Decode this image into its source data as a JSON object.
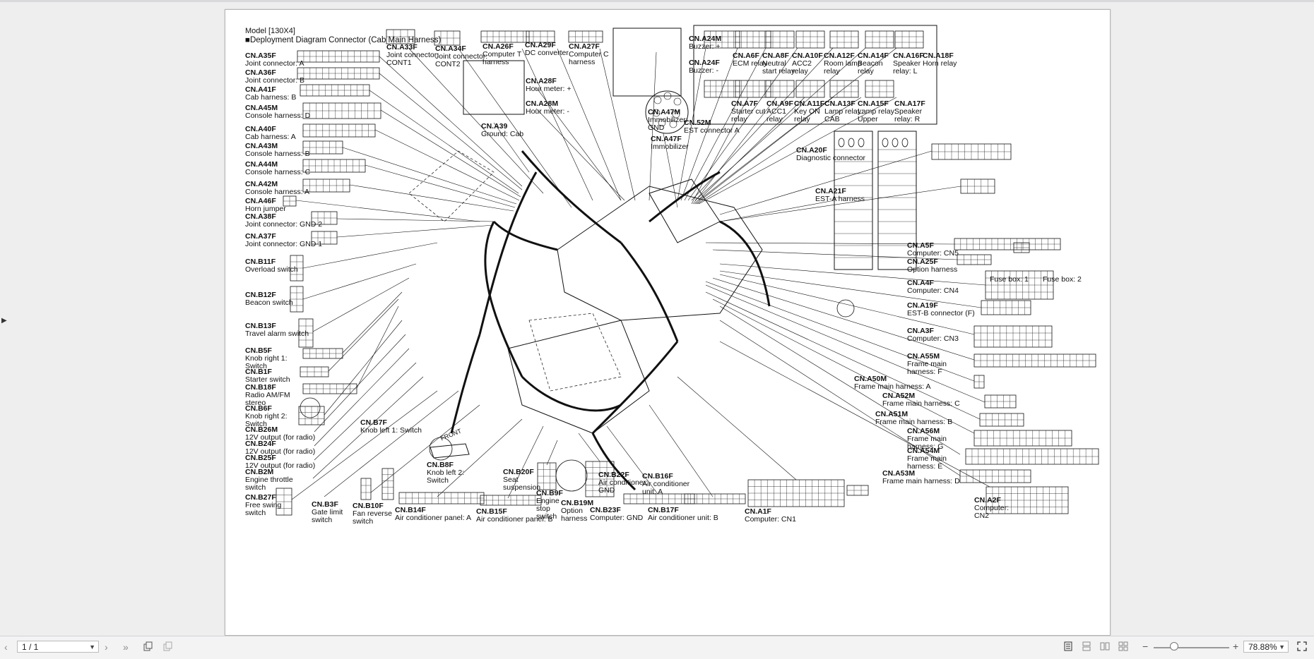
{
  "document": {
    "model": "Model [130X4]",
    "title": "■Deployment Diagram Connector (Cab Main Harness)",
    "fuse_box_1": "Fuse box: 1",
    "fuse_box_2": "Fuse box: 2",
    "front": "FRONT"
  },
  "connectors": [
    {
      "code": "CN.A35F",
      "desc": "Joint connector: A"
    },
    {
      "code": "CN.A36F",
      "desc": "Joint connector: B"
    },
    {
      "code": "CN.A41F",
      "desc": "Cab harness: B"
    },
    {
      "code": "CN.A45M",
      "desc": "Console harness: D"
    },
    {
      "code": "CN.A40F",
      "desc": "Cab harness: A"
    },
    {
      "code": "CN.A43M",
      "desc": "Console harness: B"
    },
    {
      "code": "CN.A44M",
      "desc": "Console harness: C"
    },
    {
      "code": "CN.A42M",
      "desc": "Console harness: A"
    },
    {
      "code": "CN.A46F",
      "desc": "Horn jumper"
    },
    {
      "code": "CN.A38F",
      "desc": "Joint connector: GND 2"
    },
    {
      "code": "CN.A37F",
      "desc": "Joint connector: GND 1"
    },
    {
      "code": "CN.B11F",
      "desc": "Overload switch"
    },
    {
      "code": "CN.B12F",
      "desc": "Beacon switch"
    },
    {
      "code": "CN.B13F",
      "desc": "Travel alarm switch"
    },
    {
      "code": "CN.B5F",
      "desc": "Knob right 1:",
      "desc2": "Switch"
    },
    {
      "code": "CN.B1F",
      "desc": "Starter switch"
    },
    {
      "code": "CN.B18F",
      "desc": "Radio AM/FM",
      "desc2": "stereo"
    },
    {
      "code": "CN.B6F",
      "desc": "Knob right 2:",
      "desc2": "Switch"
    },
    {
      "code": "CN.B26M",
      "desc": "12V output (for radio)"
    },
    {
      "code": "CN.B24F",
      "desc": "12V output (for radio)"
    },
    {
      "code": "CN.B25F",
      "desc": "12V output (for radio)"
    },
    {
      "code": "CN.B2M",
      "desc": "Engine throttle",
      "desc2": "switch"
    },
    {
      "code": "CN.B27F",
      "desc": "Free swing",
      "desc2": "switch"
    },
    {
      "code": "CN.B3F",
      "desc": "Gate limit",
      "desc2": "switch"
    },
    {
      "code": "CN.B10F",
      "desc": "Fan reverse",
      "desc2": "switch"
    },
    {
      "code": "CN.B14F",
      "desc": "Air conditioner panel: A"
    },
    {
      "code": "CN.B15F",
      "desc": "Air conditioner panel: B"
    },
    {
      "code": "CN.B9F",
      "desc": "Engine",
      "desc2": "stop",
      "desc3": "switch"
    },
    {
      "code": "CN.B19M",
      "desc": "Option",
      "desc2": "harness"
    },
    {
      "code": "CN.B23F",
      "desc": "Computer: GND"
    },
    {
      "code": "CN.B22F",
      "desc": "Air conditioner:",
      "desc2": "GND"
    },
    {
      "code": "CN.B16F",
      "desc": "Air conditioner",
      "desc2": "unit: A"
    },
    {
      "code": "CN.B17F",
      "desc": "Air conditioner unit: B"
    },
    {
      "code": "CN.A1F",
      "desc": "Computer: CN1"
    },
    {
      "code": "CN.A2F",
      "desc": "Computer:",
      "desc2": "CN2"
    },
    {
      "code": "CN.B20F",
      "desc": "Seat",
      "desc2": "suspension"
    },
    {
      "code": "CN.B8F",
      "desc": "Knob left 2:",
      "desc2": "Switch"
    },
    {
      "code": "CN.B7F",
      "desc": "Knob left 1: Switch"
    },
    {
      "code": "CN.A33F",
      "desc": "Joint connector:",
      "desc2": "CONT1"
    },
    {
      "code": "CN.A34F",
      "desc": "Joint connector:",
      "desc2": "CONT2"
    },
    {
      "code": "CN.A26F",
      "desc": "Computer T",
      "desc2": "harness"
    },
    {
      "code": "CN.A29F",
      "desc": "DC converter"
    },
    {
      "code": "CN.A27F",
      "desc": "Computer C",
      "desc2": "harness"
    },
    {
      "code": "CN.A28F",
      "desc": "Hour meter: +"
    },
    {
      "code": "CN.A28M",
      "desc": "Hour meter: -"
    },
    {
      "code": "CN.A39",
      "desc": "Ground: Cab"
    },
    {
      "code": "CN.A24M",
      "desc": "Buzzer: +"
    },
    {
      "code": "CN.A24F",
      "desc": "Buzzer: -"
    },
    {
      "code": "CN.A47M",
      "desc": "Immobilizer:",
      "desc2": "GND"
    },
    {
      "code": "CN.A47F",
      "desc": "Immobilizer"
    },
    {
      "code": "CN.52M",
      "desc": "EST connector A"
    },
    {
      "code": "CN.A6F",
      "desc": "ECM relay"
    },
    {
      "code": "CN.A8F",
      "desc": "Neutral",
      "desc2": "start relay"
    },
    {
      "code": "CN.A10F",
      "desc": "ACC2",
      "desc2": "relay"
    },
    {
      "code": "CN.A12F",
      "desc": "Room lamp",
      "desc2": "relay"
    },
    {
      "code": "CN.A14F",
      "desc": "Beacon",
      "desc2": "relay"
    },
    {
      "code": "CN.A16F",
      "desc": "Speaker",
      "desc2": "relay: L"
    },
    {
      "code": "CN.A18F",
      "desc": "Horn relay"
    },
    {
      "code": "CN.A7F",
      "desc": "Starter cut",
      "desc2": "relay"
    },
    {
      "code": "CN.A9F",
      "desc": "ACC1",
      "desc2": "relay"
    },
    {
      "code": "CN.A11F",
      "desc": "Key ON",
      "desc2": "relay"
    },
    {
      "code": "CN.A13F",
      "desc": "Lamp relay:",
      "desc2": "CAB"
    },
    {
      "code": "CN.A15F",
      "desc": "Lamp relay:",
      "desc2": "Upper"
    },
    {
      "code": "CN.A17F",
      "desc": "Speaker",
      "desc2": "relay: R"
    },
    {
      "code": "CN.A20F",
      "desc": "Diagnostic connector"
    },
    {
      "code": "CN.A21F",
      "desc": "EST-A harness"
    },
    {
      "code": "CN.A5F",
      "desc": "Computer: CN5"
    },
    {
      "code": "CN.A25F",
      "desc": "Option harness"
    },
    {
      "code": "CN.A4F",
      "desc": "Computer: CN4"
    },
    {
      "code": "CN.A19F",
      "desc": "EST-B connector (F)"
    },
    {
      "code": "CN.A3F",
      "desc": "Computer: CN3"
    },
    {
      "code": "CN.A55M",
      "desc": "Frame main",
      "desc2": "harness: F"
    },
    {
      "code": "CN.A50M",
      "desc": "Frame main harness: A"
    },
    {
      "code": "CN.A52M",
      "desc": "Frame main harness: C"
    },
    {
      "code": "CN.A51M",
      "desc": "Frame main harness: B"
    },
    {
      "code": "CN.A56M",
      "desc": "Frame main",
      "desc2": "harness: G"
    },
    {
      "code": "CN.A54M",
      "desc": "Frame main",
      "desc2": "harness: E"
    },
    {
      "code": "CN.A53M",
      "desc": "Frame main harness: D"
    }
  ],
  "viewer": {
    "page_indicator": "1 / 1",
    "zoom": "78.88%",
    "zoom_level": 0.27
  }
}
